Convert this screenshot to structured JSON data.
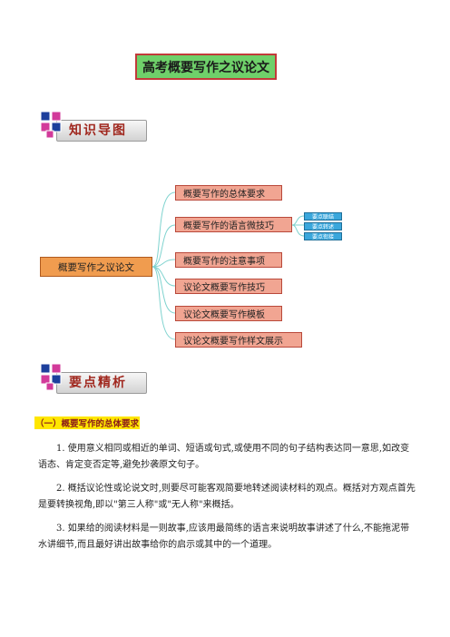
{
  "title": "高考概要写作之议论文",
  "section1": {
    "label": "知识导图",
    "icon": "section-badge-icon"
  },
  "mindmap": {
    "root": "概要写作之议论文",
    "branches": [
      "概要写作的总体要求",
      "概要写作的语言微技巧",
      "概要写作的注意事项",
      "议论文概要写作技巧",
      "议论文概要写作模板",
      "议论文概要写作样文展示"
    ],
    "sub_branches": [
      "要点联结",
      "要点转述",
      "要点衔接"
    ],
    "colors": {
      "branch_fill": "#f1a592",
      "root_fill": "#f09c4f",
      "sub_fill": "#3aa7dc",
      "line": "#7fd3cf"
    }
  },
  "section2": {
    "label": "要点精析",
    "icon": "section-badge-icon"
  },
  "content": {
    "subheading": "（一）概要写作的总体要求",
    "paragraphs": [
      "1. 使用意义相同或相近的单词、短语或句式,或使用不同的句子结构表达同一意思,如改变语态、肯定变否定等,避免抄袭原文句子。",
      "2. 概括议论性或论说文时,则要尽可能客观简要地转述阅读材料的观点。概括对方观点首先是要转换视角,即以\"第三人称\"或\"无人称\"来概括。",
      "3. 如果给的阅读材料是一则故事,应该用最简练的语言来说明故事讲述了什么,不能拖泥带水讲细节,而且最好讲出故事给你的启示或其中的一个道理。"
    ]
  }
}
